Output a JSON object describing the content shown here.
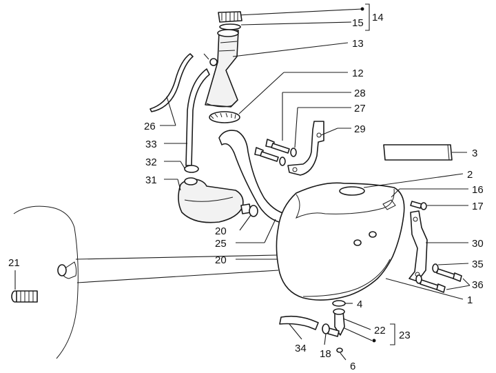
{
  "callouts": {
    "c1": "1",
    "c2": "2",
    "c3": "3",
    "c4": "4",
    "c6": "6",
    "c12": "12",
    "c13": "13",
    "c14": "14",
    "c15": "15",
    "c16": "16",
    "c17": "17",
    "c18": "18",
    "c20a": "20",
    "c20b": "20",
    "c21": "21",
    "c22": "22",
    "c23": "23",
    "c25": "25",
    "c26": "26",
    "c27": "27",
    "c28": "28",
    "c29": "29",
    "c30": "30",
    "c31": "31",
    "c32": "32",
    "c33": "33",
    "c34": "34",
    "c35": "35",
    "c36": "36"
  }
}
